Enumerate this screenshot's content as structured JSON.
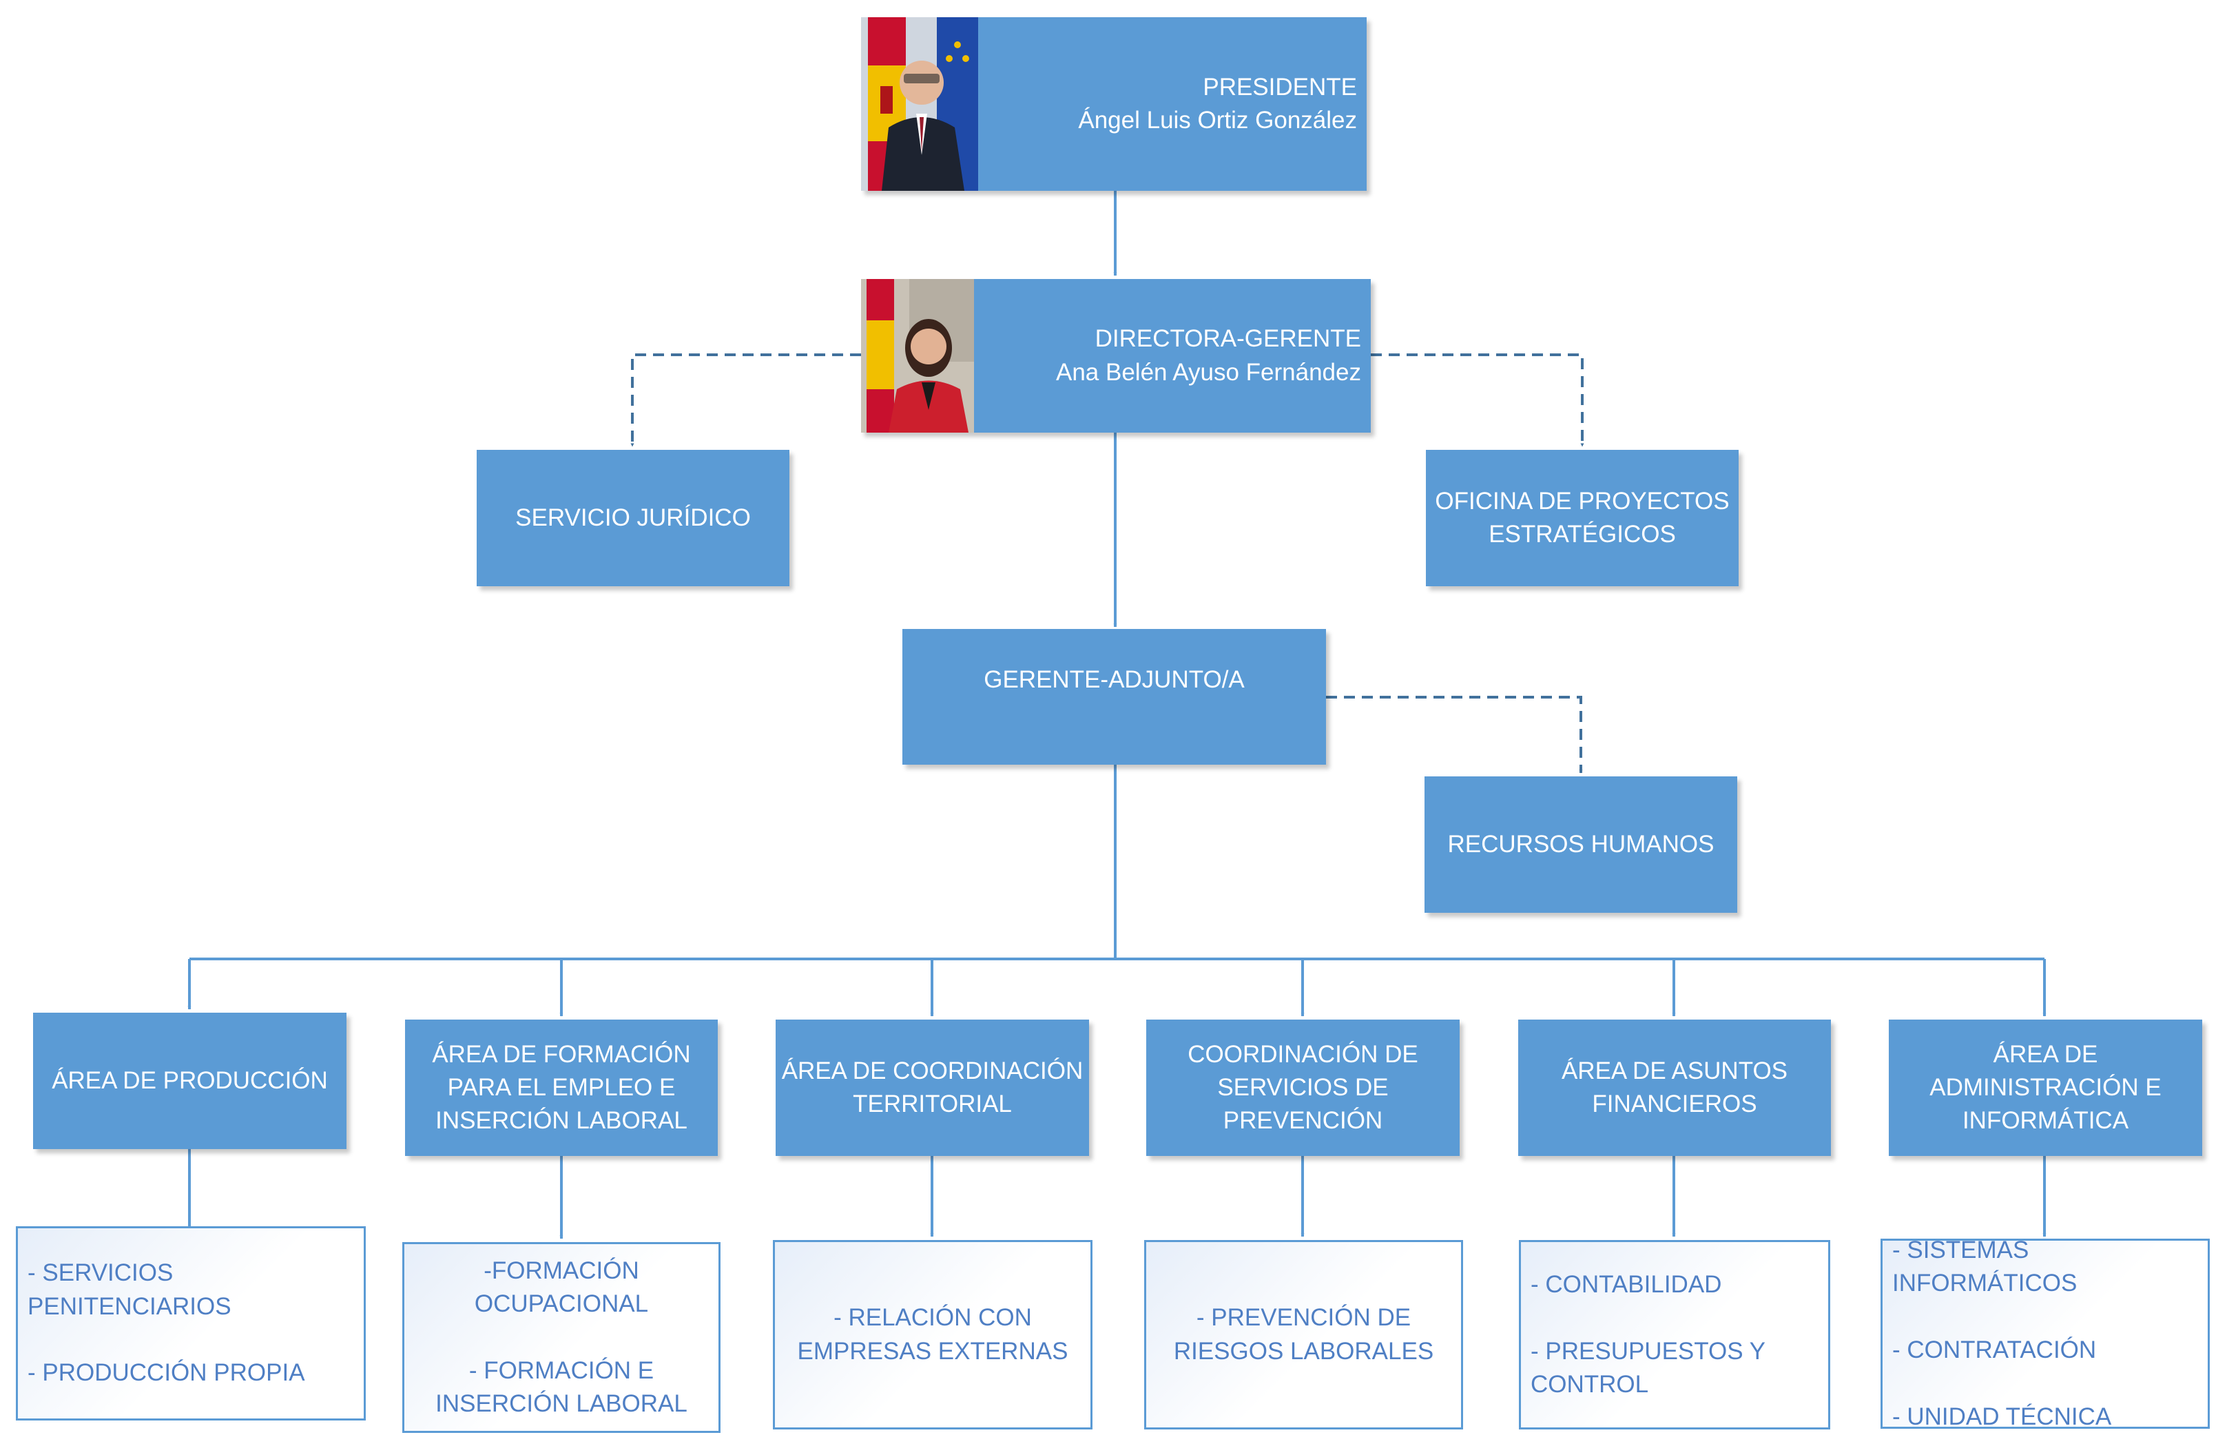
{
  "nodes": {
    "presidente": {
      "role": "PRESIDENTE",
      "name": "Ángel Luis Ortiz González"
    },
    "directora": {
      "role": "DIRECTORA-GERENTE",
      "name": "Ana Belén Ayuso Fernández"
    },
    "servicio_juridico": "SERVICIO JURÍDICO",
    "oficina_proyectos": "OFICINA DE PROYECTOS\nESTRATÉGICOS",
    "gerente_adjunto": "GERENTE-ADJUNTO/A",
    "recursos_humanos": "RECURSOS HUMANOS"
  },
  "areas": [
    {
      "title": "ÁREA DE PRODUCCIÓN",
      "details": "- SERVICIOS PENITENCIARIOS\n\n- PRODUCCIÓN PROPIA"
    },
    {
      "title": "ÁREA DE FORMACIÓN\nPARA EL EMPLEO E\nINSERCIÓN LABORAL",
      "details": "-FORMACIÓN\nOCUPACIONAL\n\n- FORMACIÓN E\nINSERCIÓN LABORAL"
    },
    {
      "title": "ÁREA DE COORDINACIÓN\nTERRITORIAL",
      "details": "- RELACIÓN CON\nEMPRESAS EXTERNAS"
    },
    {
      "title": "COORDINACIÓN DE\nSERVICIOS DE\nPREVENCIÓN",
      "details": "- PREVENCIÓN DE\nRIESGOS LABORALES"
    },
    {
      "title": "ÁREA DE ASUNTOS\nFINANCIEROS",
      "details": "- CONTABILIDAD\n\n- PRESUPUESTOS Y\nCONTROL"
    },
    {
      "title": "ÁREA DE\nADMINISTRACIÓN E\nINFORMÁTICA",
      "details": "- SISTEMAS INFORMÁTICOS\n\n- CONTRATACIÓN\n\n- UNIDAD TÉCNICA"
    }
  ],
  "colors": {
    "box": "#5b9bd5",
    "line": "#5b9bd5",
    "dashed_line": "#41719c",
    "detail_text": "#4f7fc4"
  },
  "icons": [
    "spain-flag-icon",
    "eu-flag-icon"
  ]
}
